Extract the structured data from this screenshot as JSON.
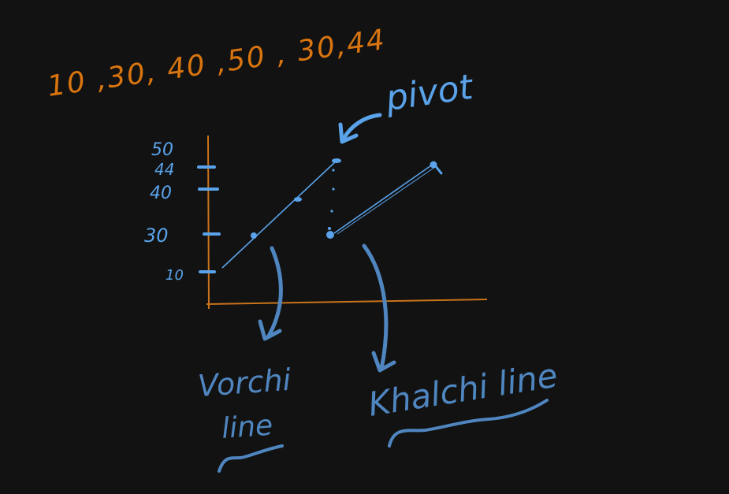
{
  "sequence": {
    "text": "10 ,30, 40 ,50 , 30,44",
    "color": "#d9750f"
  },
  "y_axis": {
    "ticks": [
      {
        "label": "50",
        "value": 50
      },
      {
        "label": "44",
        "value": 44
      },
      {
        "label": "40",
        "value": 40
      },
      {
        "label": "30",
        "value": 30
      },
      {
        "label": "10",
        "value": 10
      }
    ],
    "color": "#5aa3ea"
  },
  "annotations": {
    "pivot": "pivot",
    "left_label_line1": "Vorchi",
    "left_label_line2": "line",
    "right_label": "Khalchi line"
  },
  "colors": {
    "axis": "#c9731a",
    "drawing": "#5aa3ea",
    "annotation": "#4f86c0",
    "background": "#121212"
  }
}
